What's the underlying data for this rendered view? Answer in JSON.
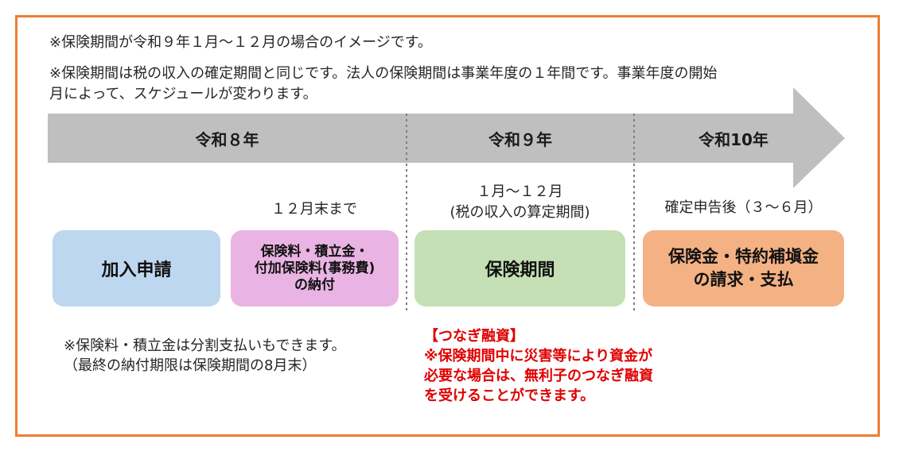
{
  "notes": {
    "line1": "※保険期間が令和９年１月～１２月の場合のイメージです。",
    "line2": "※保険期間は税の収入の確定期間と同じです。法人の保険期間は事業年度の１年間です。事業年度の開始",
    "line3": "月によって、スケジュールが変わります。"
  },
  "timeline": {
    "year1": "令和８年",
    "year2": "令和９年",
    "year3": "令和10年",
    "arrow_color": "#BFBFBF"
  },
  "sublabels": {
    "deadline": "１２月末まで",
    "period_line1": "１月～１２月",
    "period_line2": "(税の収入の算定期間)",
    "after_filing": "確定申告後（３～６月）"
  },
  "boxes": {
    "application": {
      "label": "加入申請",
      "color": "#BDD7EE"
    },
    "payment": {
      "label": "保険料・積立金・\n付加保険料(事務費)\nの納付",
      "color": "#E9B4E3"
    },
    "insurance_period": {
      "label": "保険期間",
      "color": "#C5E0B4"
    },
    "claim": {
      "label": "保険金・特約補塡金\nの請求・支払",
      "color": "#F4B183"
    }
  },
  "footnote": {
    "line1": "※保険料・積立金は分割支払いもできます。",
    "line2": "（最終の納付期限は保険期間の8月末）"
  },
  "bridge_loan": {
    "title": "【つなぎ融資】",
    "line1": "※保険期間中に災害等により資金が",
    "line2": "必要な場合は、無利子のつなぎ融資",
    "line3": "を受けることができます。",
    "color": "#E00000"
  },
  "frame_color": "#ED7D31"
}
